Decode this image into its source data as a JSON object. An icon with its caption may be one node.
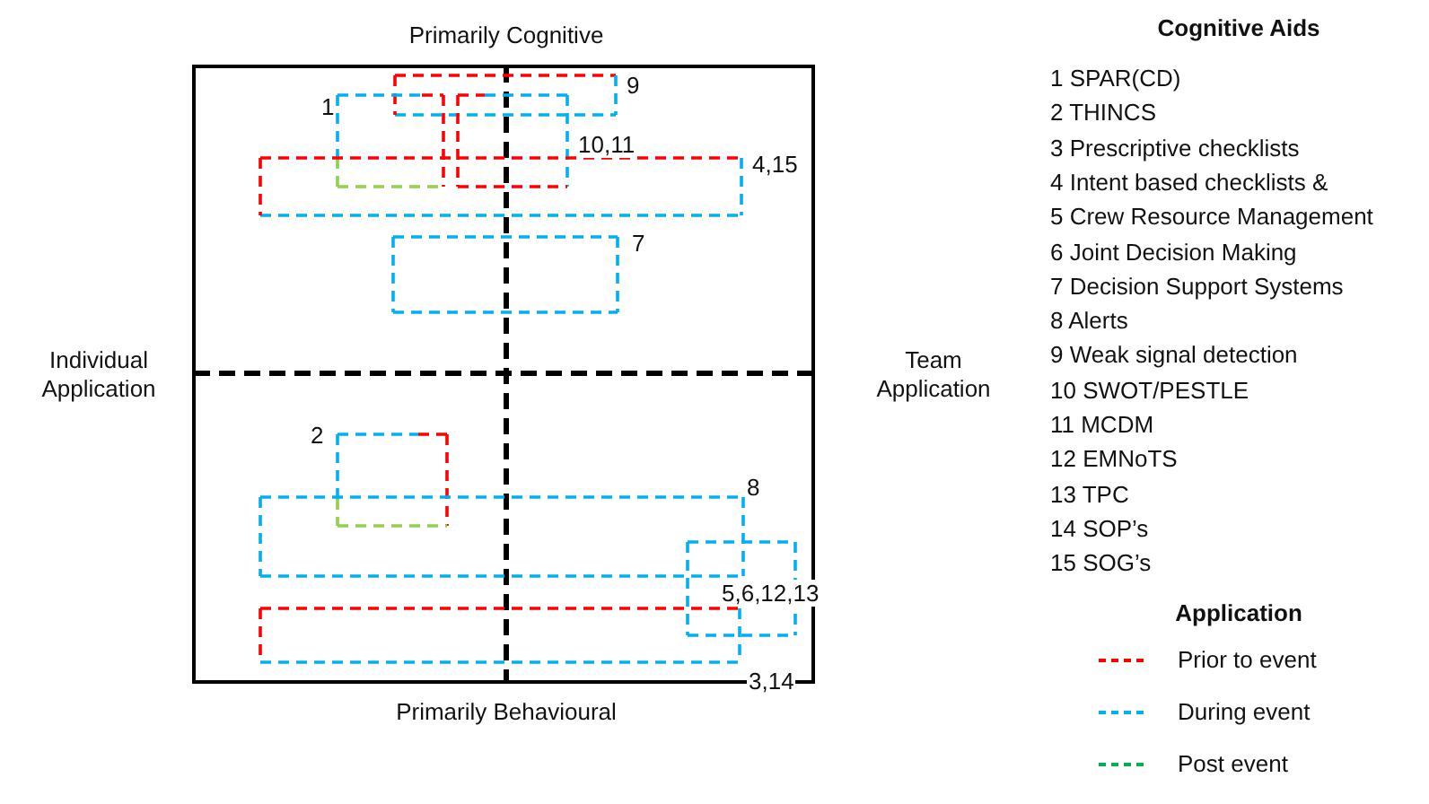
{
  "diagram": {
    "labels": [
      "Primarily Cognitive",
      "9",
      "1",
      "10,11",
      "4,15",
      "7",
      "Individual Application",
      "Team Application",
      "2",
      "8",
      "5,6,12,13",
      "3,14",
      "Primarily Behavioural",
      "Cognitive Aids",
      "1 SPAR(CD)",
      "2 THINCS",
      "3 Prescriptive checklists",
      "4 Intent based checklists &",
      "5 Crew Resource Management",
      "6 Joint Decision Making",
      "7 Decision Support Systems",
      "8 Alerts",
      "9 Weak signal detection",
      "10 SWOT/PESTLE",
      "11 MCDM",
      "12 EMNoTS",
      "13 TPC",
      "14 SOP’s",
      "15 SOG’s",
      "Application"
    ],
    "legend": [
      {
        "text": "Prior to event"
      },
      {
        "text": "During event"
      },
      {
        "text": "Post event"
      }
    ]
  }
}
